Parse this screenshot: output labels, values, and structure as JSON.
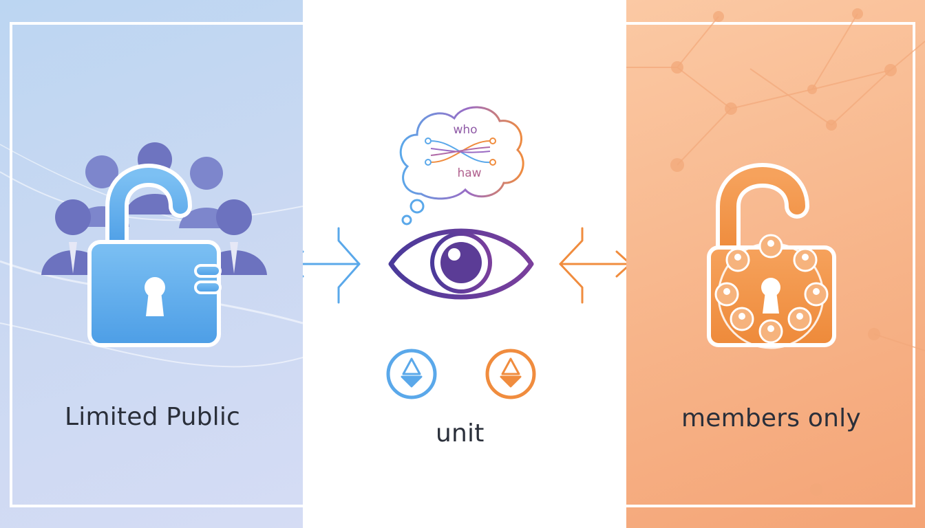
{
  "left": {
    "caption": "Limited Public"
  },
  "middle": {
    "caption": "unit",
    "thought_top": "who",
    "thought_bottom": "haw"
  },
  "right": {
    "caption": "members only"
  },
  "colors": {
    "blue": "#5aa8ea",
    "purple": "#5b3c96",
    "orange": "#f08c3e"
  }
}
